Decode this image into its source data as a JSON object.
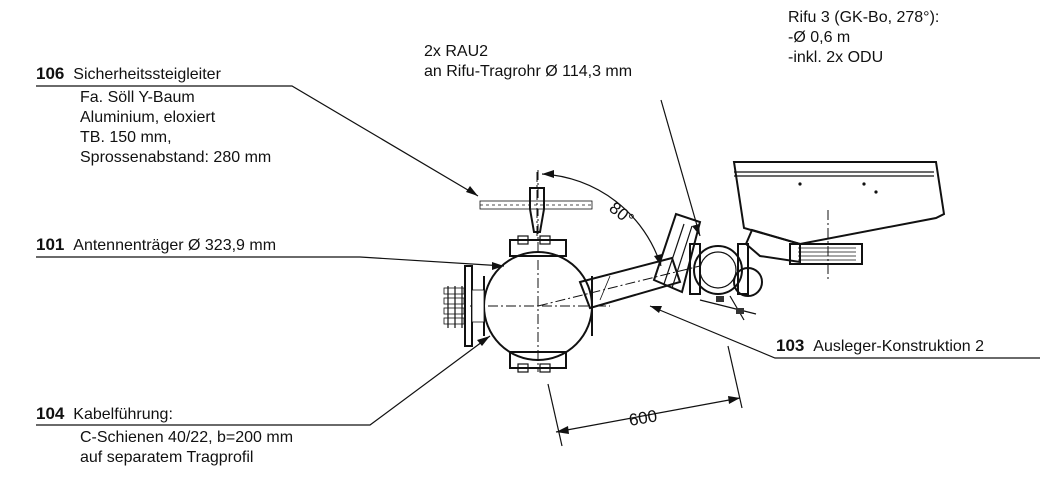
{
  "labels": {
    "l106": {
      "number": "106",
      "lines": [
        "Sicherheitssteigleiter",
        "Fa. Söll Y-Baum",
        "Aluminium, eloxiert",
        "TB. 150 mm,",
        "Sprossenabstand: 280 mm"
      ]
    },
    "l101": {
      "number": "101",
      "text": "Antennenträger  Ø 323,9 mm"
    },
    "l104": {
      "number": "104",
      "lines": [
        "Kabelführung:",
        "C-Schienen 40/22, b=200 mm",
        "auf separatem Tragprofil"
      ]
    },
    "l103": {
      "number": "103",
      "text": "Ausleger-Konstruktion 2"
    },
    "rau": {
      "lines": [
        "2x RAU2",
        "an Rifu-Tragrohr Ø 114,3 mm"
      ]
    },
    "rifu": {
      "lines": [
        "Rifu 3 (GK-Bo, 278°):",
        "-Ø 0,6 m",
        "-inkl. 2x ODU"
      ]
    }
  },
  "dimensions": {
    "angle": "80°",
    "length": "600"
  }
}
